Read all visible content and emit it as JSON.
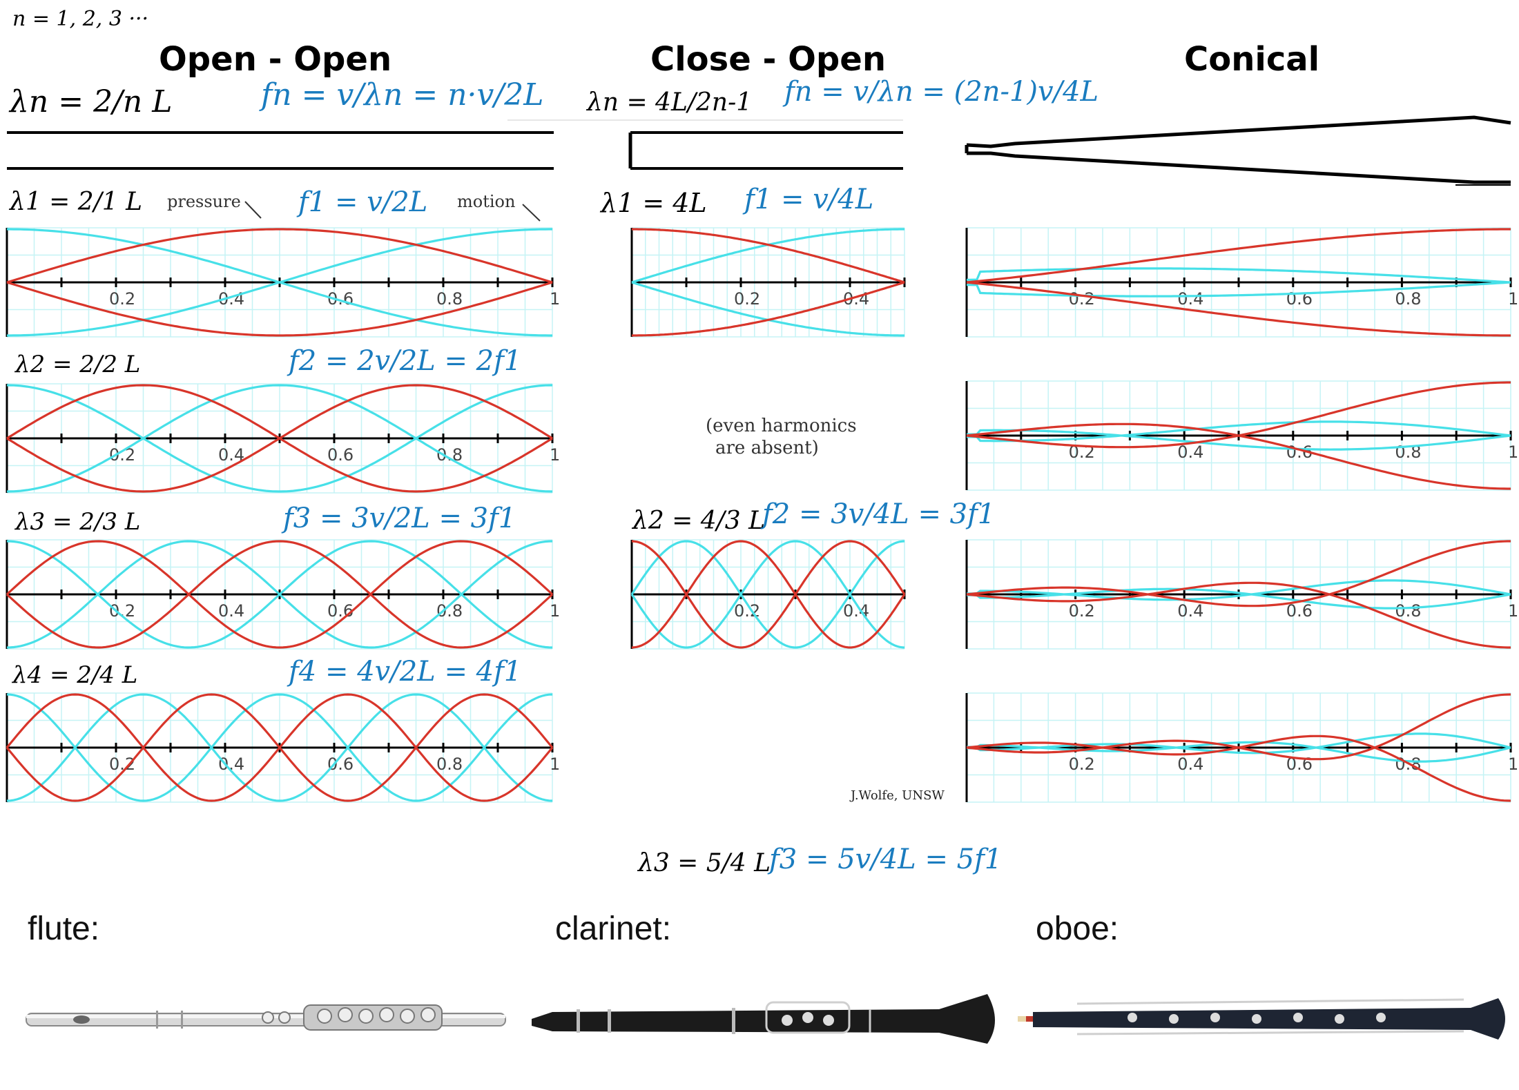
{
  "header_note": "n = 1, 2, 3 ···",
  "columns": {
    "open_open": {
      "title": "Open - Open"
    },
    "close_open": {
      "title": "Close - Open"
    },
    "conical": {
      "title": "Conical"
    }
  },
  "labels": {
    "pressure": "pressure",
    "motion": "motion",
    "even_absent_1": "(even harmonics",
    "even_absent_2": "are absent)",
    "credit": "J.Wolfe, UNSW"
  },
  "annotations": {
    "oo_lambda_n": "λn = 2/n L",
    "oo_f_n": "fn = v/λn = n·v/2L",
    "oo_l1": "λ1 = 2/1 L",
    "oo_f1": "f1 = v/2L",
    "oo_l2": "λ2 = 2/2 L",
    "oo_f2": "f2 = 2v/2L = 2f1",
    "oo_l3": "λ3 = 2/3 L",
    "oo_f3": "f3 = 3v/2L = 3f1",
    "oo_l4": "λ4 = 2/4 L",
    "oo_f4": "f4 = 4v/2L = 4f1",
    "co_lambda_n": "λn = 4L/2n-1",
    "co_f_n": "fn = v/λn = (2n-1)v/4L",
    "co_l1": "λ1 = 4L",
    "co_f1": "f1 = v/4L",
    "co_l2": "λ2 = 4/3 L",
    "co_f2": "f2 = 3v/4L = 3f1",
    "co_l3": "λ3 = 5/4 L",
    "co_f3": "f3 = 5v/4L = 5f1"
  },
  "axis_ticks": [
    "0.2",
    "0.4",
    "0.6",
    "0.8",
    "1"
  ],
  "instruments": [
    {
      "label": "flute:"
    },
    {
      "label": "clarinet:"
    },
    {
      "label": "oboe:"
    }
  ],
  "colors": {
    "pressure": "#d8352a",
    "motion": "#47e0e8",
    "grid": "#c5f3f5",
    "ink_blue": "#1a7cbf"
  },
  "chart_data": [
    {
      "type": "line",
      "group": "open-open",
      "harmonic": 1,
      "x": [
        0,
        1
      ],
      "series": [
        {
          "name": "pressure"
        },
        {
          "name": "motion"
        }
      ]
    },
    {
      "type": "line",
      "group": "open-open",
      "harmonic": 2,
      "x": [
        0,
        1
      ],
      "series": [
        {
          "name": "pressure"
        },
        {
          "name": "motion"
        }
      ]
    },
    {
      "type": "line",
      "group": "open-open",
      "harmonic": 3,
      "x": [
        0,
        1
      ],
      "series": [
        {
          "name": "pressure"
        },
        {
          "name": "motion"
        }
      ]
    },
    {
      "type": "line",
      "group": "open-open",
      "harmonic": 4,
      "x": [
        0,
        1
      ],
      "series": [
        {
          "name": "pressure"
        },
        {
          "name": "motion"
        }
      ]
    },
    {
      "type": "line",
      "group": "close-open",
      "harmonic": 1,
      "x": [
        0,
        0.5
      ],
      "series": [
        {
          "name": "pressure"
        },
        {
          "name": "motion"
        }
      ]
    },
    {
      "type": "line",
      "group": "close-open",
      "harmonic": 3,
      "x": [
        0,
        0.5
      ],
      "series": [
        {
          "name": "pressure"
        },
        {
          "name": "motion"
        }
      ]
    },
    {
      "type": "line",
      "group": "conical",
      "harmonic": 1,
      "x": [
        0,
        1
      ],
      "series": [
        {
          "name": "pressure"
        },
        {
          "name": "motion"
        }
      ]
    },
    {
      "type": "line",
      "group": "conical",
      "harmonic": 2,
      "x": [
        0,
        1
      ],
      "series": [
        {
          "name": "pressure"
        },
        {
          "name": "motion"
        }
      ]
    },
    {
      "type": "line",
      "group": "conical",
      "harmonic": 3,
      "x": [
        0,
        1
      ],
      "series": [
        {
          "name": "pressure"
        },
        {
          "name": "motion"
        }
      ]
    },
    {
      "type": "line",
      "group": "conical",
      "harmonic": 4,
      "x": [
        0,
        1
      ],
      "series": [
        {
          "name": "pressure"
        },
        {
          "name": "motion"
        }
      ]
    }
  ]
}
